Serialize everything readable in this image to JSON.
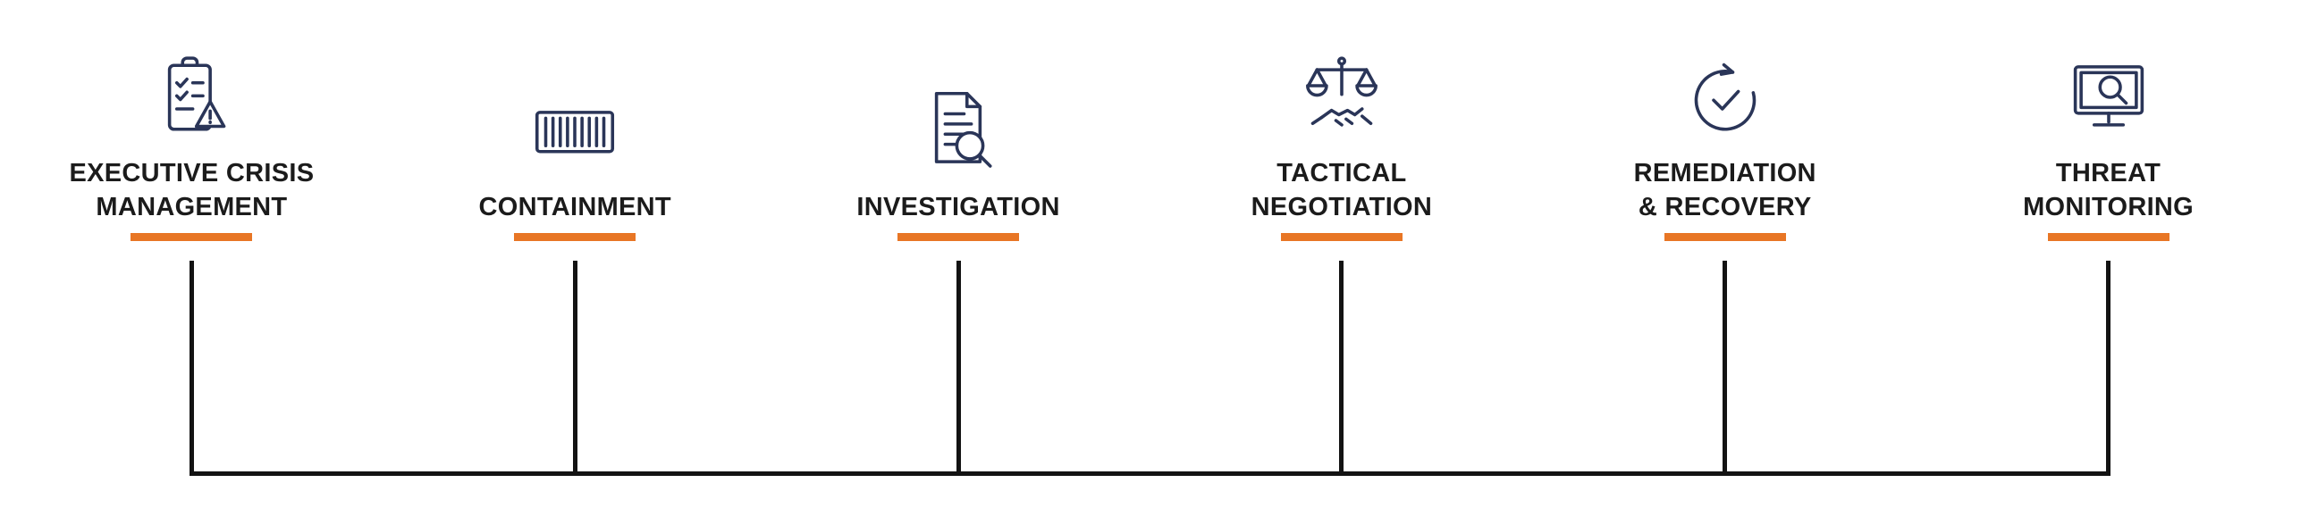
{
  "page": {
    "background": "#ffffff"
  },
  "diagram": {
    "type": "process-flow",
    "accent_color": "#E87625",
    "icon_color": "#2A3558",
    "connector_color": "#131313",
    "steps": [
      {
        "label": "EXECUTIVE CRISIS MANAGEMENT",
        "lines": [
          "EXECUTIVE CRISIS",
          "MANAGEMENT"
        ],
        "icon": "clipboard-alert-icon"
      },
      {
        "label": "CONTAINMENT",
        "lines": [
          "CONTAINMENT"
        ],
        "icon": "shipping-container-icon"
      },
      {
        "label": "INVESTIGATION",
        "lines": [
          "INVESTIGATION"
        ],
        "icon": "document-magnifier-icon"
      },
      {
        "label": "TACTICAL NEGOTIATION",
        "lines": [
          "TACTICAL",
          "NEGOTIATION"
        ],
        "icon": "scales-handshake-icon"
      },
      {
        "label": "REMEDIATION & RECOVERY",
        "lines": [
          "REMEDIATION",
          "& RECOVERY"
        ],
        "icon": "circular-arrow-check-icon"
      },
      {
        "label": "THREAT MONITORING",
        "lines": [
          "THREAT",
          "MONITORING"
        ],
        "icon": "monitor-magnifier-icon"
      }
    ]
  }
}
